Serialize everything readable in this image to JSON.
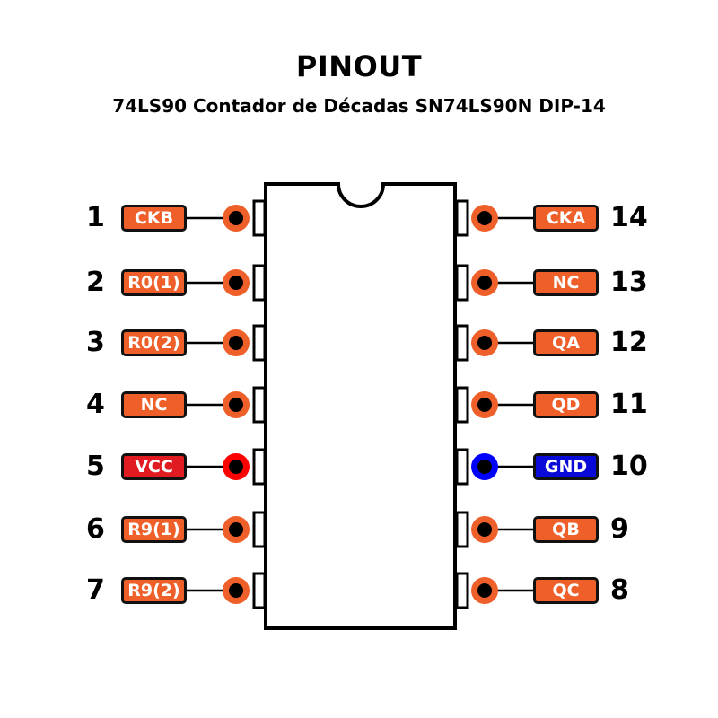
{
  "title": "PINOUT",
  "subtitle": "74LS90 Contador de Décadas SN74LS90N DIP-14",
  "colors": {
    "signal": "#ee5f2a",
    "power": "#e11b22",
    "power_ring": "#ff0000",
    "ground": "#0a0ad8",
    "ground_ring": "#0000ff",
    "outline": "#000000"
  },
  "left_pins": [
    {
      "number": "1",
      "name": "CKB",
      "type": "signal"
    },
    {
      "number": "2",
      "name": "R0(1)",
      "type": "signal"
    },
    {
      "number": "3",
      "name": "R0(2)",
      "type": "signal"
    },
    {
      "number": "4",
      "name": "NC",
      "type": "signal"
    },
    {
      "number": "5",
      "name": "VCC",
      "type": "power"
    },
    {
      "number": "6",
      "name": "R9(1)",
      "type": "signal"
    },
    {
      "number": "7",
      "name": "R9(2)",
      "type": "signal"
    }
  ],
  "right_pins": [
    {
      "number": "14",
      "name": "CKA",
      "type": "signal"
    },
    {
      "number": "13",
      "name": "NC",
      "type": "signal"
    },
    {
      "number": "12",
      "name": "QA",
      "type": "signal"
    },
    {
      "number": "11",
      "name": "QD",
      "type": "signal"
    },
    {
      "number": "10",
      "name": "GND",
      "type": "ground"
    },
    {
      "number": "9",
      "name": "QB",
      "type": "signal"
    },
    {
      "number": "8",
      "name": "QC",
      "type": "signal"
    }
  ]
}
